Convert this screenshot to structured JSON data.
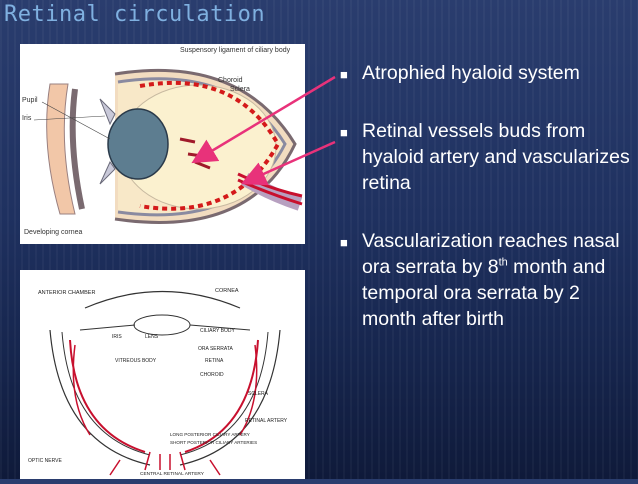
{
  "slide": {
    "title": "Retinal circulation"
  },
  "bullets": [
    {
      "text": "Atrophied hyaloid system"
    },
    {
      "text": "Retinal vessels buds from hyaloid artery and vascularizes retina"
    },
    {
      "text_before": "Vascularization reaches nasal ora serrata by 8",
      "superscript": "th",
      "text_after": " month and temporal ora serrata by 2 month after birth"
    }
  ],
  "figure_top": {
    "labels": {
      "suspensory": "Suspensory ligament of ciliary body",
      "choroid": "Choroid",
      "sclera": "Sclera",
      "pupil": "Pupil",
      "iris": "Iris",
      "cornea": "Developing cornea"
    }
  },
  "figure_bottom": {
    "labels": {
      "anterior_chamber": "ANTERIOR CHAMBER",
      "cornea": "CORNEA",
      "iris": "IRIS",
      "lens": "LENS",
      "ciliary_body": "CILIARY BODY",
      "ora_serrata": "ORA SERRATA",
      "vitreous_body": "VITREOUS BODY",
      "retina": "RETINA",
      "choroid": "CHOROID",
      "sclera": "SCLERA",
      "retinal_artery": "RETINAL ARTERY",
      "long_posterior": "LONG POSTERIOR CILIARY ARTERY",
      "short_posterior": "SHORT POSTERIOR CILIARY ARTERIES",
      "optic_nerve": "OPTIC NERVE",
      "central_retinal": "CENTRAL RETINAL ARTERY"
    }
  },
  "colors": {
    "title": "#7fb0e0",
    "arrow": "#e8327a",
    "vessel": "#c8102e",
    "dotted_ring": "#d41a1a"
  }
}
